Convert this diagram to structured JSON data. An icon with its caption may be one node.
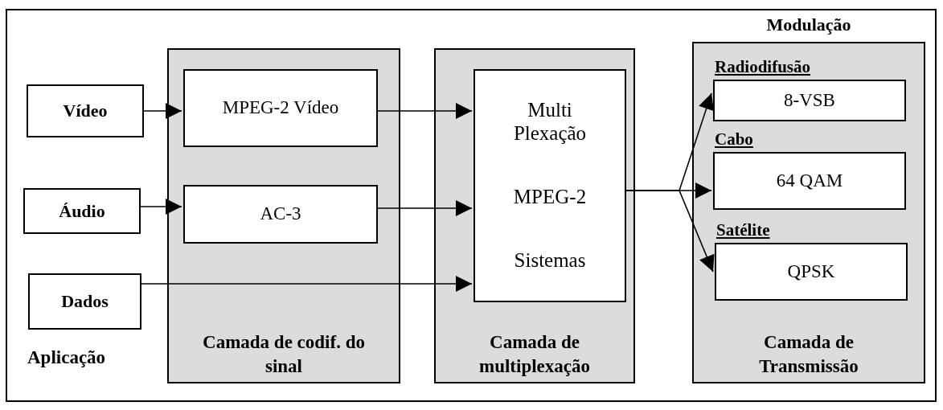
{
  "diagram": {
    "nodes": [
      {
        "text": [
          "Vídeo"
        ]
      },
      {
        "text": [
          "Áudio"
        ]
      },
      {
        "text": [
          "Dados"
        ]
      },
      {
        "text": [
          "Camada de codif. do sinal"
        ]
      },
      {
        "text": [
          "MPEG-2 Vídeo"
        ],
        "in": 3
      },
      {
        "text": [
          "AC-3"
        ],
        "in": 3
      },
      {
        "text": [
          "Camada de multiplexação"
        ]
      },
      {
        "text": [
          "Multi Plexação",
          "MPEG-2",
          "Sistemas"
        ],
        "in": 6
      },
      {
        "text": [
          "Modulação",
          "Camada de Transmissão"
        ]
      },
      {
        "text": [
          "8-VSB"
        ],
        "in": 8,
        "beside": [
          "Radiodifusão"
        ]
      },
      {
        "text": [
          "64 QAM"
        ],
        "in": 8,
        "beside": [
          "Cabo"
        ]
      },
      {
        "text": [
          "QPSK"
        ],
        "in": 8,
        "beside": [
          "Satélite"
        ]
      }
    ],
    "edges": [
      {
        "from": 0,
        "to": 4,
        "arrow": "to"
      },
      {
        "from": 1,
        "to": 5,
        "arrow": "to"
      },
      {
        "from": 2,
        "to": 7,
        "arrow": "to"
      },
      {
        "from": 4,
        "to": 7,
        "arrow": "to"
      },
      {
        "from": 5,
        "to": 7,
        "arrow": "to"
      },
      {
        "from": 7,
        "to": 9,
        "arrow": "to"
      },
      {
        "from": 7,
        "to": 10,
        "arrow": "to"
      },
      {
        "from": 7,
        "to": 11,
        "arrow": "to"
      }
    ],
    "labels": [
      "Aplicação"
    ]
  }
}
